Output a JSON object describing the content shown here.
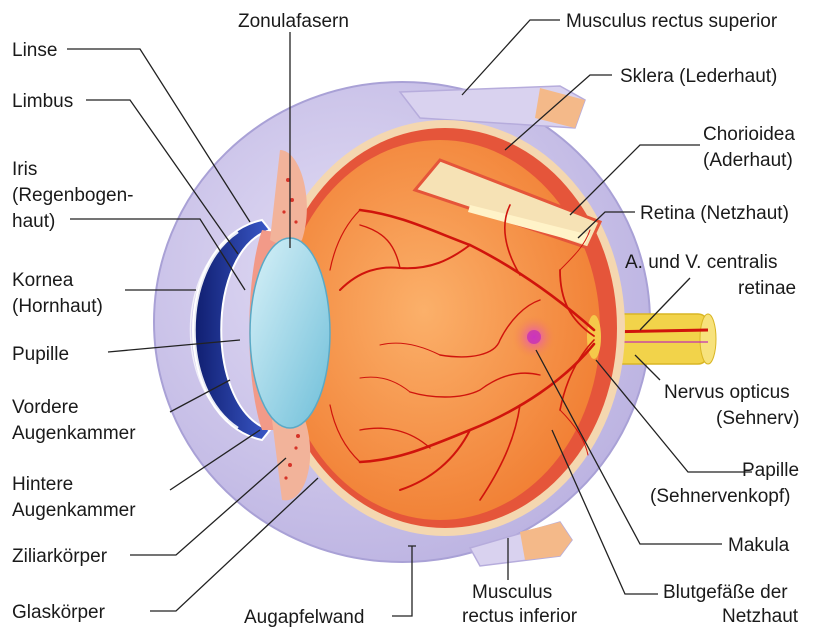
{
  "labels": {
    "linse": "Linse",
    "limbus": "Limbus",
    "iris_1": "Iris",
    "iris_2": "(Regenbogen-",
    "iris_3": "haut)",
    "kornea_1": "Kornea",
    "kornea_2": "(Hornhaut)",
    "pupille": "Pupille",
    "vordere_1": "Vordere",
    "vordere_2": "Augenkammer",
    "hintere_1": "Hintere",
    "hintere_2": "Augenkammer",
    "ziliar": "Ziliarkörper",
    "glas": "Glaskörper",
    "augapfelwand": "Augapfelwand",
    "zonula": "Zonulafasern",
    "rectus_sup": "Musculus rectus superior",
    "sklera": "Sklera (Lederhaut)",
    "chorioidea_1": "Chorioidea",
    "chorioidea_2": "(Aderhaut)",
    "retina": "Retina (Netzhaut)",
    "centralis_1": "A. und V. centralis",
    "centralis_2": "retinae",
    "opticus_1": "Nervus opticus",
    "opticus_2": "(Sehnerv)",
    "papille_1": "Papille",
    "papille_2": "(Sehnervenkopf)",
    "makula": "Makula",
    "rectus_inf_1": "Musculus",
    "rectus_inf_2": "rectus inferior",
    "blut_1": "Blutgefäße der",
    "blut_2": "Netzhaut"
  },
  "colors": {
    "sclera": "#cdc6ea",
    "sclera_edge": "#a9a1d6",
    "vitreous": "#f58a3c",
    "vitreous_light": "#fbb06a",
    "retina_band": "#e5553a",
    "choroid_band": "#f4d7b0",
    "vessel": "#d0140c",
    "cornea": "#1b2f8f",
    "lens": "#9fd6ea",
    "macula": "#c02ab8",
    "nerve": "#f2d34a",
    "ciliary": "#f29a88"
  },
  "icons": [
    "eyeball-diagram"
  ]
}
